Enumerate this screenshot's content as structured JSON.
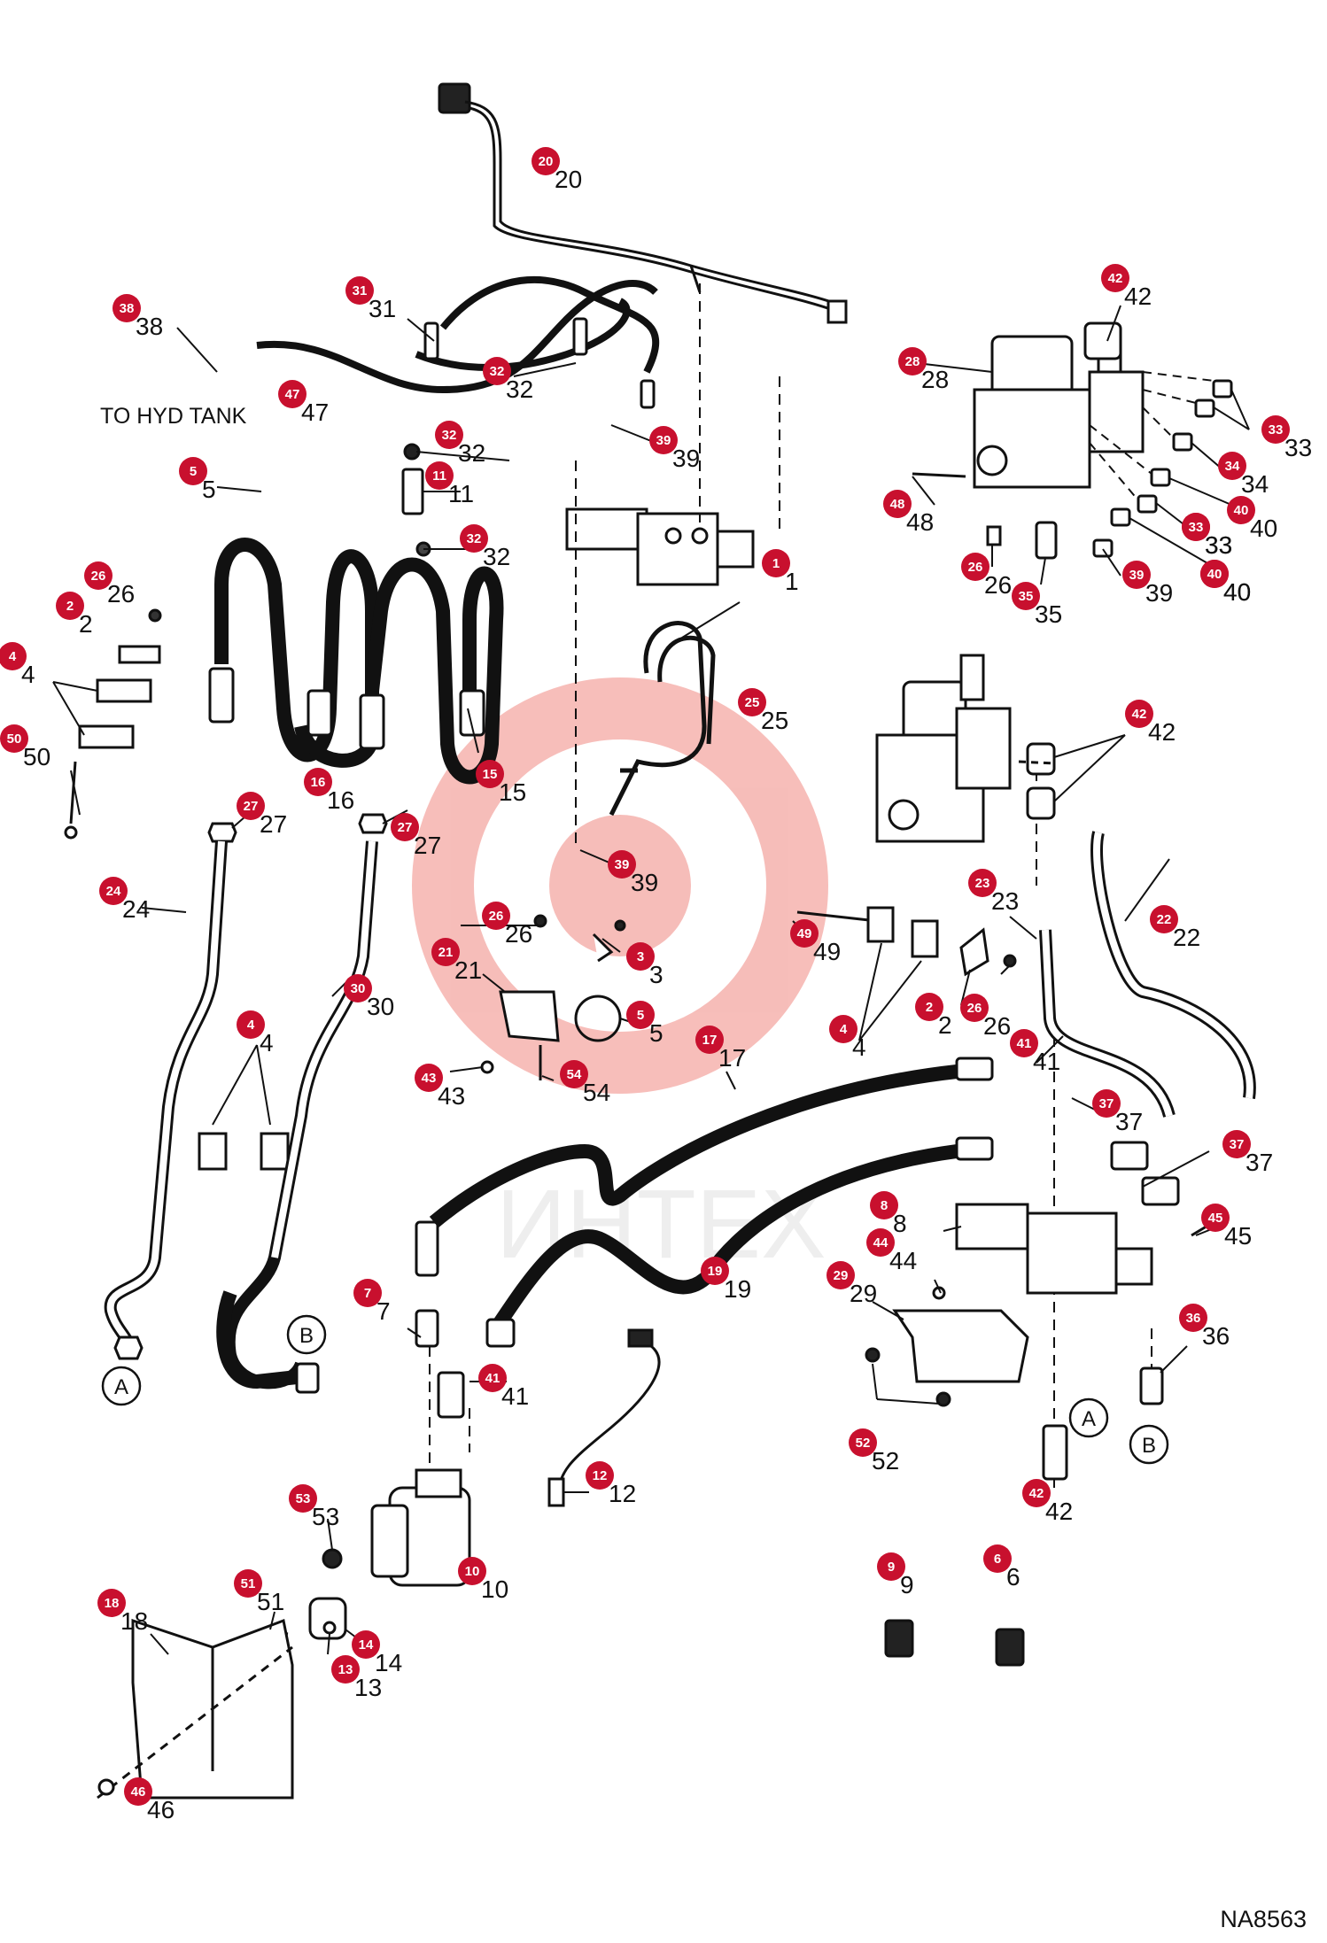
{
  "diagram_code": "NA8563",
  "note_to_tank": "TO HYD TANK",
  "watermark_text": "ИНТЕХ",
  "colors": {
    "badge": "#c8102e",
    "line": "#111111",
    "watermark": "#e8443a"
  },
  "connection_refs": [
    "A",
    "B",
    "A",
    "B"
  ],
  "callouts": [
    "20",
    "38",
    "31",
    "32",
    "47",
    "32",
    "11",
    "32",
    "5",
    "26",
    "2",
    "4",
    "50",
    "16",
    "15",
    "27",
    "27",
    "24",
    "30",
    "4",
    "39",
    "1",
    "25",
    "39",
    "26",
    "3",
    "21",
    "5",
    "43",
    "54",
    "49",
    "4",
    "2",
    "26",
    "23",
    "22",
    "17",
    "41",
    "37",
    "37",
    "8",
    "44",
    "45",
    "29",
    "36",
    "7",
    "41",
    "19",
    "12",
    "52",
    "42",
    "53",
    "10",
    "51",
    "14",
    "18",
    "13",
    "46",
    "9",
    "6",
    "42",
    "28",
    "33",
    "33",
    "48",
    "34",
    "40",
    "33",
    "40",
    "26",
    "35",
    "39",
    "40",
    "42"
  ]
}
